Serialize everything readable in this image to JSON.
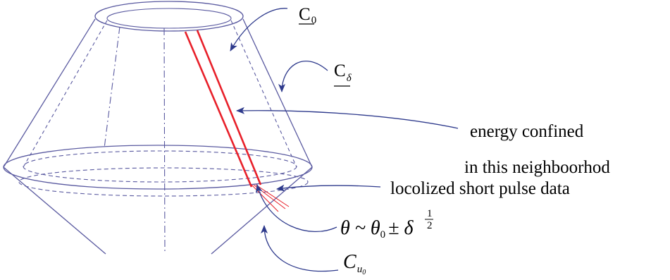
{
  "labels": {
    "c0": {
      "main": "C",
      "sub": "0"
    },
    "cdelta": {
      "main": "C",
      "sub": "δ"
    },
    "energy_line1": "energy confined",
    "energy_line2": "in this neighboorhod",
    "pulse": "locolized short pulse data",
    "theta": {
      "lhs": "θ ~ θ",
      "lhs_sub": "0",
      "op": "± δ",
      "exp_num": "1",
      "exp_den": "2"
    },
    "cu0": {
      "main": "C",
      "sub": "u",
      "subsub": "0"
    }
  },
  "colors": {
    "outline": "#5a5aa0",
    "arrow": "#2e3a8c",
    "red": "#e8202a",
    "text": "#000000"
  }
}
